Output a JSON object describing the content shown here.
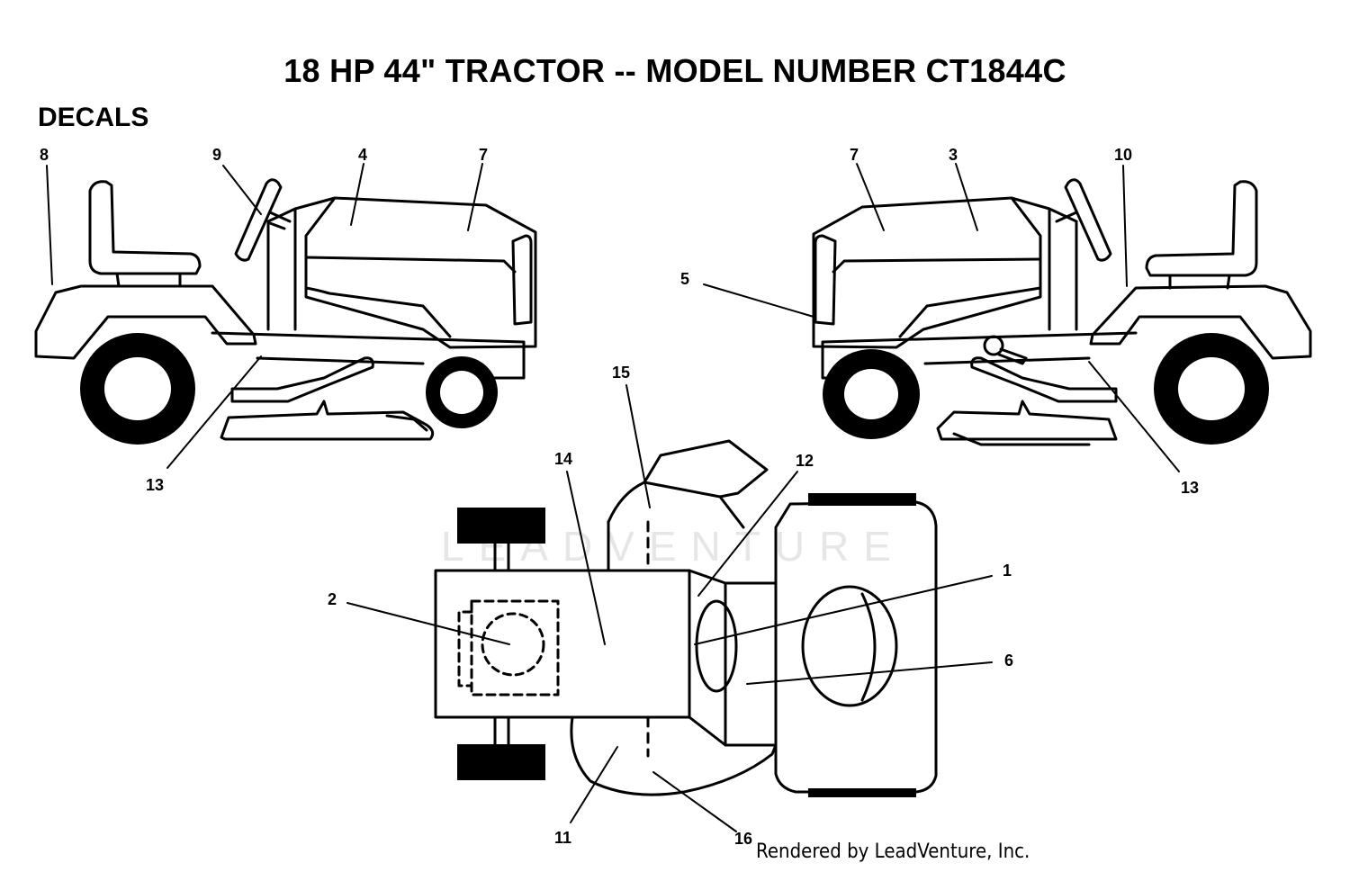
{
  "title": "18 HP 44\" TRACTOR -- MODEL NUMBER CT1844C",
  "section_label": "DECALS",
  "footer": "Rendered by LeadVenture, Inc.",
  "watermark": "LEADVENTURE",
  "callouts": {
    "c8": "8",
    "c9": "9",
    "c4": "4",
    "c7a": "7",
    "c13a": "13",
    "c7b": "7",
    "c3": "3",
    "c10": "10",
    "c5": "5",
    "c13b": "13",
    "c15": "15",
    "c14": "14",
    "c12": "12",
    "c2": "2",
    "c1": "1",
    "c6": "6",
    "c11": "11",
    "c16": "16"
  }
}
